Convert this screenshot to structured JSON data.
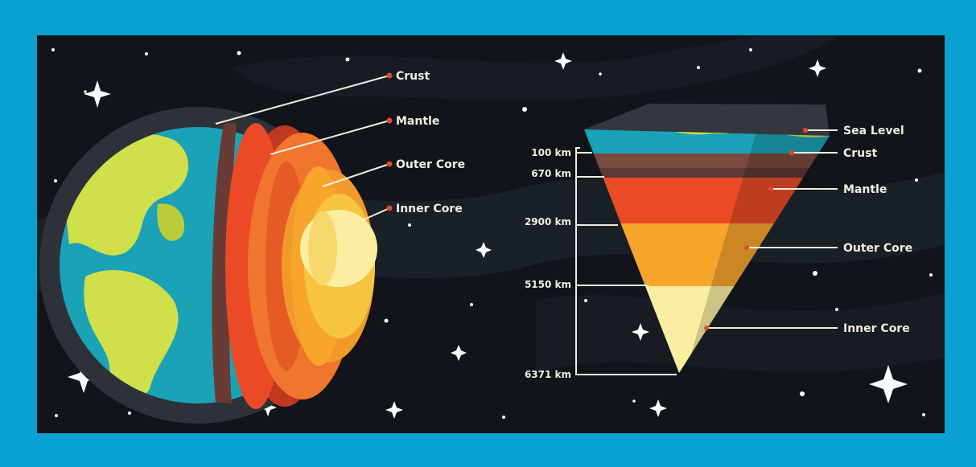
{
  "colors": {
    "frame": "#0aa0cf",
    "space": "#111419",
    "ocean": "#1aa2b6",
    "land": "#cfe04a",
    "crust": "#8a4a3c",
    "mantle": "#ea4b26",
    "outer_core": "#f7a52b",
    "inner_core": "#fbeea0",
    "leader_dot": "#e24a2a"
  },
  "left_diagram": {
    "labels": [
      "Crust",
      "Mantle",
      "Outer Core",
      "Inner Core"
    ]
  },
  "right_diagram": {
    "layer_labels": [
      "Sea Level",
      "Crust",
      "Mantle",
      "Outer Core",
      "Inner Core"
    ],
    "depths": [
      "100 km",
      "670 km",
      "2900 km",
      "5150 km",
      "6371 km"
    ]
  }
}
